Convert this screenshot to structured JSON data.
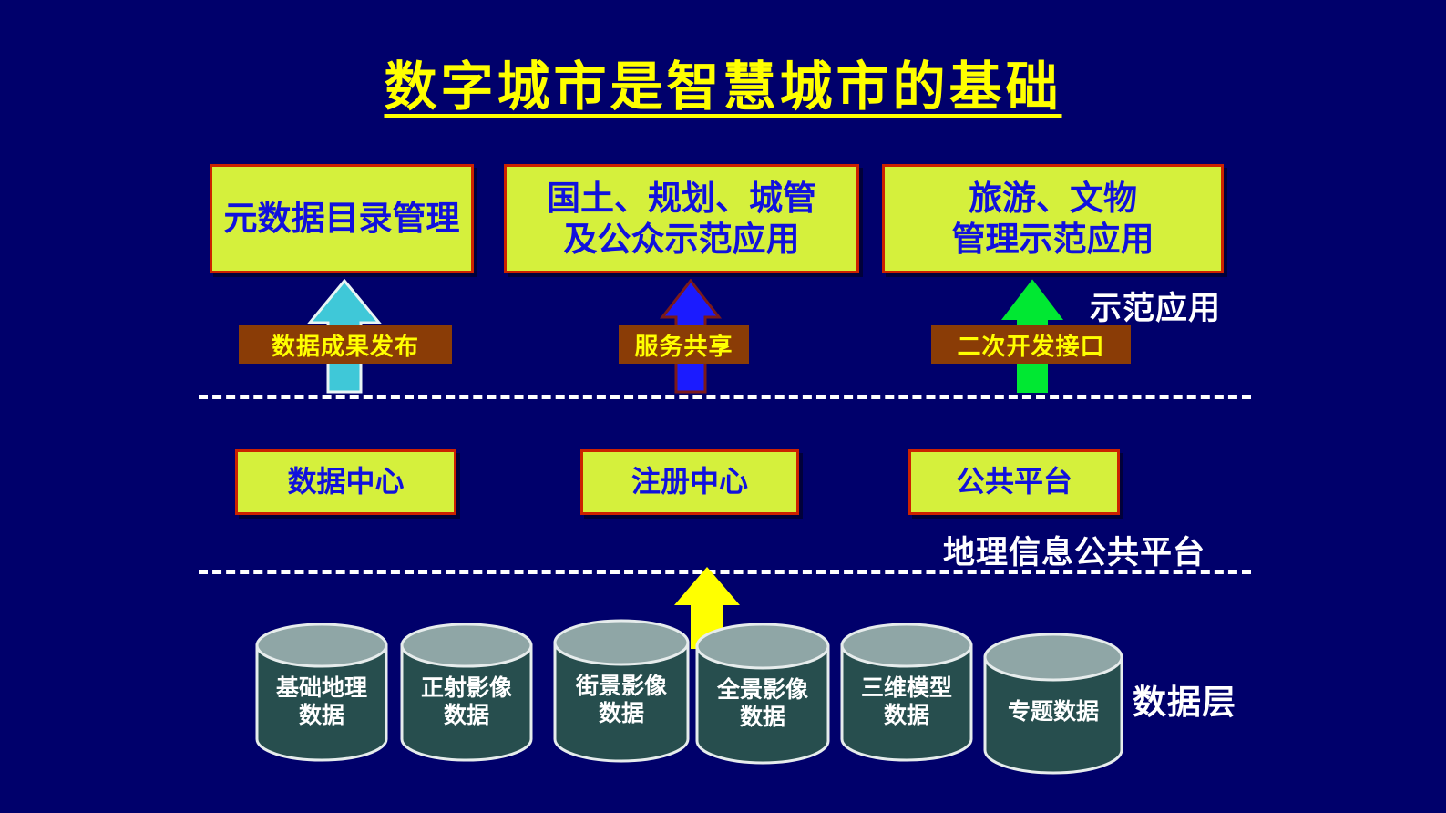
{
  "slide": {
    "title": "数字城市是智慧城市的基础",
    "background_color": "#00006b",
    "title_color": "#ffff00"
  },
  "application_layer": {
    "side_label": "示范应用",
    "boxes": [
      {
        "lines": [
          "元数据目录管理"
        ]
      },
      {
        "lines": [
          "国土、规划、城管",
          "及公众示范应用"
        ]
      },
      {
        "lines": [
          "旅游、文物",
          "管理示范应用"
        ]
      }
    ],
    "connectors": [
      {
        "label": "数据成果发布",
        "arrow_color": "#3fc8d8",
        "bar_color": "#8a3c06"
      },
      {
        "label": "服务共享",
        "arrow_color": "#1b1bff",
        "bar_color": "#8a3c06"
      },
      {
        "label": "二次开发接口",
        "arrow_color": "#00e832",
        "bar_color": "#8a3c06"
      }
    ]
  },
  "platform_layer": {
    "side_label": "地理信息公共平台",
    "boxes": [
      {
        "lines": [
          "数据中心"
        ]
      },
      {
        "lines": [
          "注册中心"
        ]
      },
      {
        "lines": [
          "公共平台"
        ]
      }
    ]
  },
  "data_layer": {
    "side_label": "数据层",
    "arrow_color": "#ffff00",
    "cylinders": [
      {
        "lines": [
          "基础地理",
          "数据"
        ]
      },
      {
        "lines": [
          "正射影像",
          "数据"
        ]
      },
      {
        "lines": [
          "街景影像",
          "数据"
        ]
      },
      {
        "lines": [
          "全景影像",
          "数据"
        ]
      },
      {
        "lines": [
          "三维模型",
          "数据"
        ]
      },
      {
        "lines": [
          "专题数据"
        ]
      }
    ],
    "cylinder_top_color": "#8fa6a6",
    "cylinder_body_color": "#274e4e"
  },
  "box_style": {
    "fill": "#d5f03c",
    "border": "#cc2200",
    "text_color": "#1111dd"
  }
}
